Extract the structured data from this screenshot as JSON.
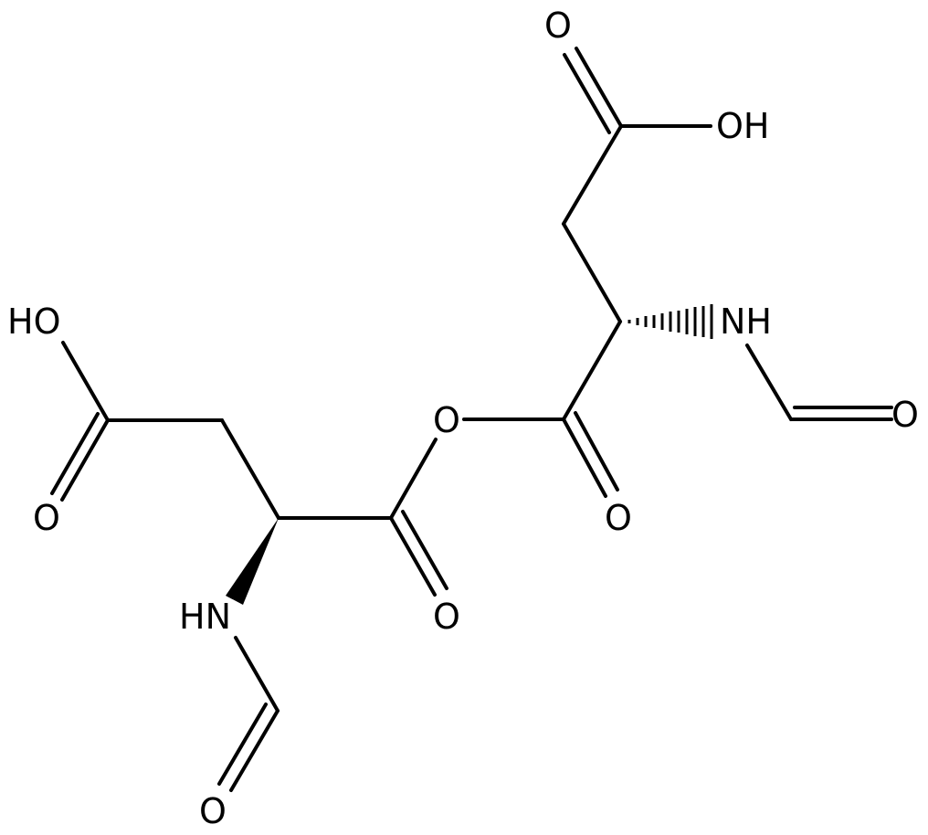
{
  "colors": {
    "bond": "#000000",
    "background": "#ffffff"
  },
  "labels": {
    "oh_top": "OH",
    "oh_left": "HO",
    "o_top": "O",
    "o_left_acid": "O",
    "o_bridge": "O",
    "o_right_carbonyl": "O",
    "o_left_carbonyl": "O",
    "nh_right": "NH",
    "nh_left": "HN",
    "o_formyl_right": "O",
    "o_formyl_left": "O"
  }
}
